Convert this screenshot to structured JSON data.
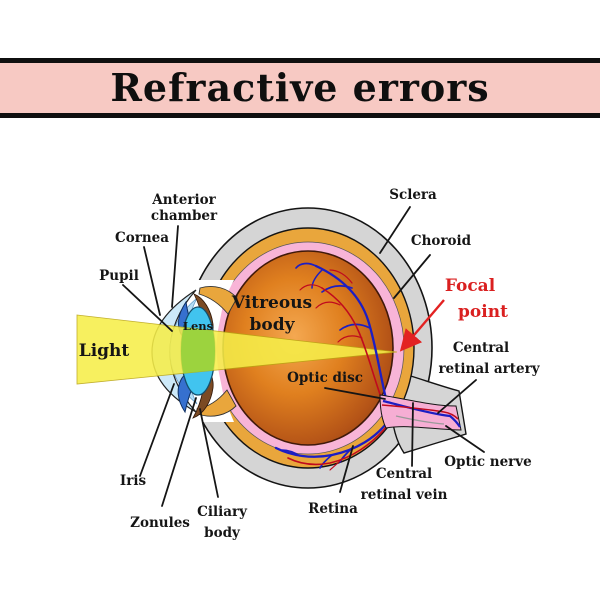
{
  "title": {
    "text": "Refractive errors"
  },
  "banner": {
    "background": "#f7c9c3",
    "border_color": "#0f0f0f"
  },
  "colors": {
    "background": "#ffffff",
    "sclera_gray": "#d5d5d5",
    "choroid_gold": "#e9a63c",
    "retina_pink": "#f8b4d7",
    "vitreous_center": "#f4a851",
    "vitreous_edge": "#6f3413",
    "lens_cyan": "#41c4ef",
    "cornea_blue": "#cde9f8",
    "anterior_chamber_blue": "#b5ddf4",
    "iris_blue": "#3670cf",
    "ciliary_brown": "#7b4a23",
    "light_yellow": "#f6ee49",
    "lens_beam_green": "#98d23c",
    "vein_blue": "#1c1ec4",
    "artery_red": "#c00a1e",
    "nerve_sheath_gray": "#d5d5d5",
    "nerve_core_pink": "#f6aed4",
    "focal_red": "#e32222",
    "label_black": "#151515"
  },
  "labels": {
    "anterior_chamber_1": "Anterior",
    "anterior_chamber_2": "chamber",
    "cornea": "Cornea",
    "pupil": "Pupil",
    "light": "Light",
    "lens": "Lens",
    "vitreous_1": "Vitreous",
    "vitreous_2": "body",
    "optic_disc": "Optic disc",
    "sclera": "Sclera",
    "choroid": "Choroid",
    "focal_1": "Focal",
    "focal_2": "point",
    "artery_1": "Central",
    "artery_2": "retinal artery",
    "optic_nerve": "Optic nerve",
    "vein_1": "Central",
    "vein_2": "retinal vein",
    "retina": "Retina",
    "iris": "Iris",
    "zonules": "Zonules",
    "ciliary_1": "Ciliary",
    "ciliary_2": "body"
  }
}
